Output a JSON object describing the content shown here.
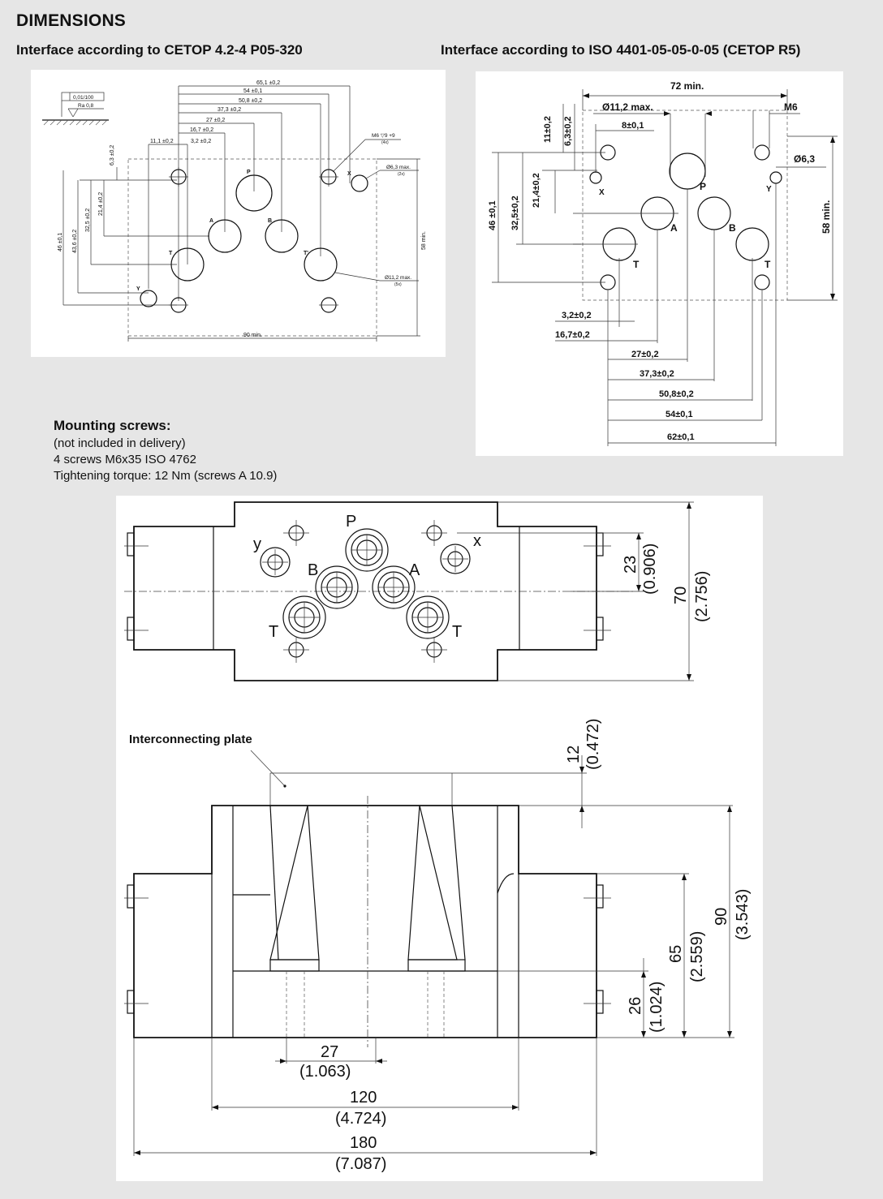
{
  "heading": "DIMENSIONS",
  "left_panel": {
    "title": "Interface according to CETOP 4.2-4 P05-320",
    "flatness": "0,01/100",
    "roughness": "Ra 0,8",
    "dims_h": [
      "65,1 ±0,2",
      "54 ±0,1",
      "50,8 ±0,2",
      "37,3 ±0,2",
      "27 ±0,2",
      "16,7 ±0,2",
      "11,1 ±0,2",
      "3,2 ±0,2"
    ],
    "dims_v": [
      "6,3 ±0,2",
      "21,4 ±0,2",
      "32,5 ±0,2",
      "43,6 ±0,2",
      "46 ±0,1"
    ],
    "m6_note": "M6 ▽9 +9",
    "m6_count": "(4x)",
    "x_hole": "Ø6,3 max.",
    "x_count": "(2x)",
    "port_hole": "Ø11,2 max.",
    "port_count": "(5x)",
    "width_min": "90 min.",
    "height_min": "58 min.",
    "ports": [
      "P",
      "A",
      "B",
      "T",
      "T'",
      "X",
      "Y"
    ]
  },
  "right_panel": {
    "title": "Interface according to ISO 4401-05-05-0-05 (CETOP R5)",
    "width_min": "72 min.",
    "port_hole": "Ø11,2 max.",
    "m6": "M6",
    "x_hole": "Ø6,3",
    "dim_8": "8±0,1",
    "dims_v_top": [
      "11±0,2",
      "6,3±0,2"
    ],
    "dims_v_left": [
      "46 ±0,1",
      "32,5±0,2",
      "21,4±0,2"
    ],
    "height_min": "58 min.",
    "dims_h_bottom": [
      "3,2±0,2",
      "16,7±0,2",
      "27±0,2",
      "37,3±0,2",
      "50,8±0,2",
      "54±0,1",
      "62±0,1"
    ],
    "ports": [
      "P",
      "A",
      "B",
      "T",
      "T",
      "X",
      "Y"
    ]
  },
  "mounting": {
    "title": "Mounting screws:",
    "lines": [
      "(not included in delivery)",
      "4 screws M6x35 ISO 4762",
      "Tightening torque: 12 Nm (screws A 10.9)"
    ]
  },
  "bottom_panel": {
    "ports": [
      "P",
      "y",
      "x",
      "B",
      "A",
      "T",
      "T"
    ],
    "dim_23": "23",
    "dim_23_in": "(0.906)",
    "dim_70": "70",
    "dim_70_in": "(2.756)",
    "plate_label": "Interconnecting plate",
    "dim_12": "12",
    "dim_12_in": "(0.472)",
    "dim_90": "90",
    "dim_90_in": "(3.543)",
    "dim_65": "65",
    "dim_65_in": "(2.559)",
    "dim_26": "26",
    "dim_26_in": "(1.024)",
    "dim_27": "27",
    "dim_27_in": "(1.063)",
    "dim_120": "120",
    "dim_120_in": "(4.724)",
    "dim_180": "180",
    "dim_180_in": "(7.087)"
  }
}
